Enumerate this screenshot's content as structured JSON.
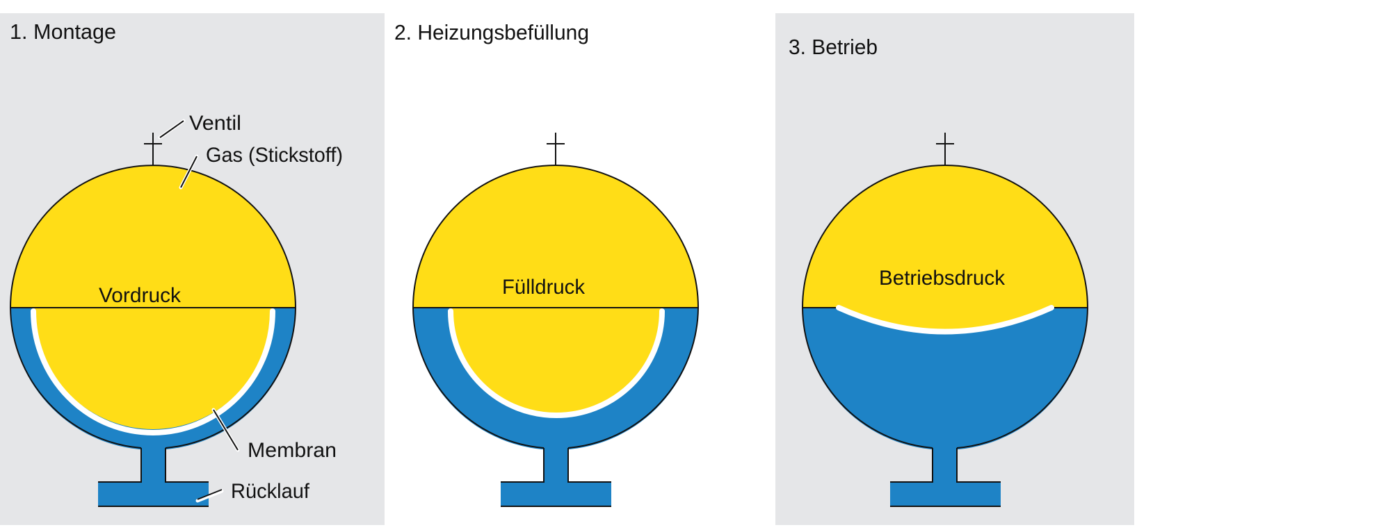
{
  "figure": {
    "colors": {
      "gas": "#FFDD17",
      "water": "#1E83C6",
      "panel_gray": "#E5E6E8",
      "panel_white": "#FFFFFF",
      "membrane": "#FFFFFF",
      "line": "#111111"
    },
    "panels": [
      {
        "title": "1. Montage",
        "background": "gray",
        "pressure_label": "Vordruck",
        "membrane_state": "pressed against lower shell (vessel empty)",
        "annotations": {
          "valve": "Ventil",
          "gas": "Gas (Stickstoff)",
          "membrane": "Membran",
          "return": "Rücklauf"
        }
      },
      {
        "title": "2. Heizungsbefüllung",
        "background": "white",
        "pressure_label": "Fülldruck",
        "membrane_state": "slightly raised (partially filled)"
      },
      {
        "title": "3. Betrieb",
        "background": "gray",
        "pressure_label": "Betriebsdruck",
        "membrane_state": "raised near center line (operating)"
      }
    ]
  }
}
